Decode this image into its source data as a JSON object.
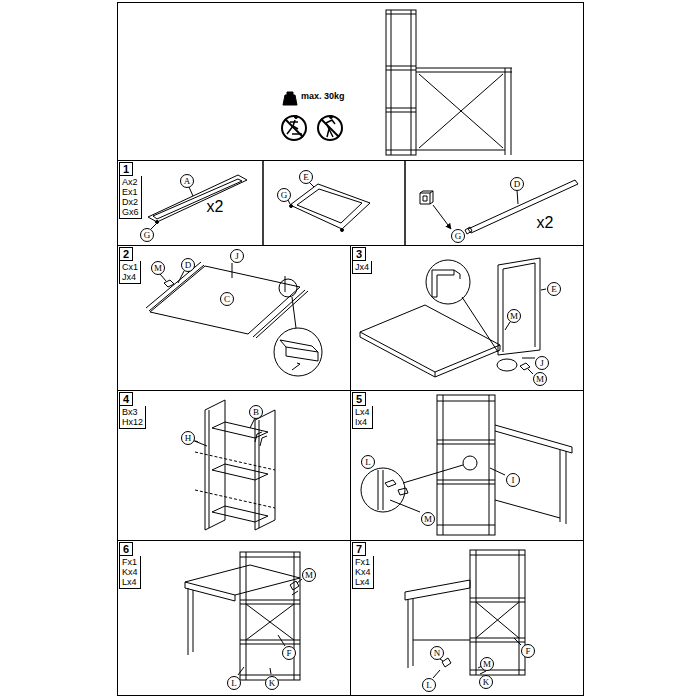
{
  "diagram": {
    "nodes": [
      {
        "text": [
          "max. 30kg"
        ]
      },
      {
        "text": [
          "1",
          "Ax2 Ex1 Dx2 Gx6"
        ]
      },
      {
        "text": [
          "A"
        ],
        "in": 1
      },
      {
        "text": [
          "G"
        ],
        "in": 1
      },
      {
        "text": [
          "E"
        ],
        "in": 1
      },
      {
        "text": [
          "G"
        ],
        "in": 1
      },
      {
        "text": [
          "G"
        ],
        "in": 1
      },
      {
        "text": [
          "D"
        ],
        "in": 1
      },
      {
        "text": [
          "2",
          "Cx1 Jx4"
        ]
      },
      {
        "text": [
          "M"
        ],
        "in": 8
      },
      {
        "text": [
          "D"
        ],
        "in": 8
      },
      {
        "text": [
          "J"
        ],
        "in": 8
      },
      {
        "text": [
          "C"
        ],
        "in": 8
      },
      {
        "text": [
          "3",
          "Jx4"
        ]
      },
      {
        "text": [
          "E"
        ],
        "in": 13
      },
      {
        "text": [
          "M"
        ],
        "in": 13
      },
      {
        "text": [
          "J"
        ],
        "in": 13
      },
      {
        "text": [
          "M"
        ],
        "in": 13
      },
      {
        "text": [
          "4",
          "Bx3 Hx12"
        ]
      },
      {
        "text": [
          "B"
        ],
        "in": 18
      },
      {
        "text": [
          "H"
        ],
        "in": 18
      },
      {
        "text": [
          "5",
          "Lx4 Ix4"
        ]
      },
      {
        "text": [
          "L"
        ],
        "in": 21
      },
      {
        "text": [
          "I"
        ],
        "in": 21
      },
      {
        "text": [
          "M"
        ],
        "in": 21
      },
      {
        "text": [
          "6",
          "Fx1 Kx4 Lx4"
        ]
      },
      {
        "text": [
          "M"
        ],
        "in": 25
      },
      {
        "text": [
          "F"
        ],
        "in": 25
      },
      {
        "text": [
          "L"
        ],
        "in": 25
      },
      {
        "text": [
          "K"
        ],
        "in": 25
      },
      {
        "text": [
          "7",
          "Fx1 Kx4 Lx4"
        ]
      },
      {
        "text": [
          "N"
        ],
        "in": 30
      },
      {
        "text": [
          "M"
        ],
        "in": 30
      },
      {
        "text": [
          "L"
        ],
        "in": 30
      },
      {
        "text": [
          "K"
        ],
        "in": 30
      },
      {
        "text": [
          "F"
        ],
        "in": 30
      }
    ],
    "labels": [
      "x2",
      "x2"
    ]
  }
}
